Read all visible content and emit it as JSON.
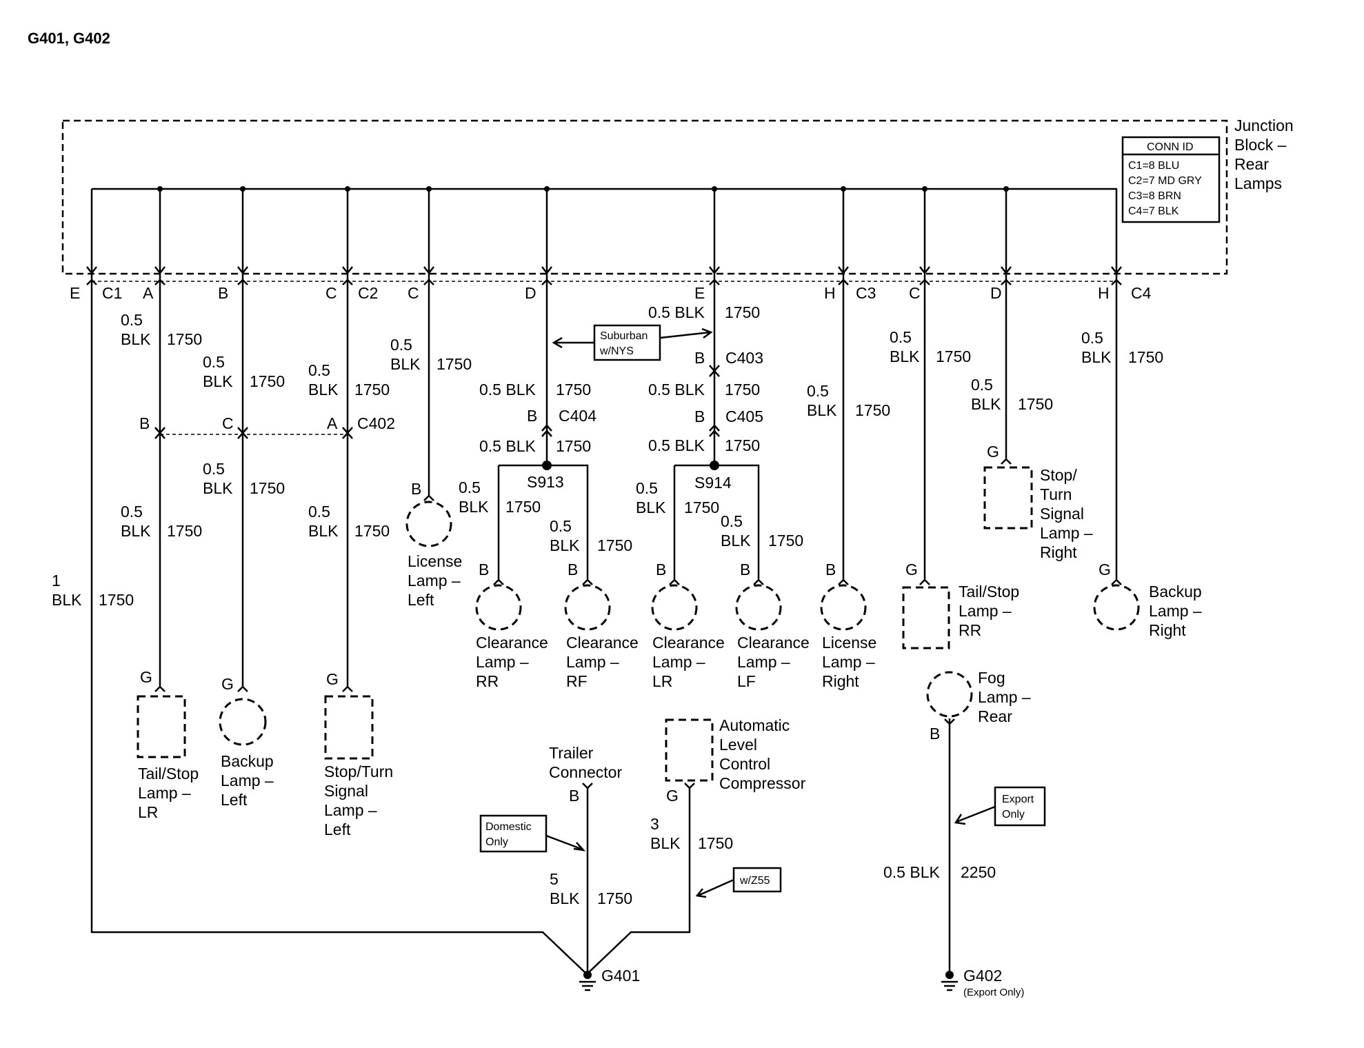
{
  "title": "G401, G402",
  "junction_block": {
    "name_lines": [
      "Junction",
      "Block –",
      "Rear",
      "Lamps"
    ],
    "conn_id_title": "CONN ID",
    "conn_ids": [
      "C1=8 BLU",
      "C2=7 MD GRY",
      "C3=8 BRN",
      "C4=7 BLK"
    ]
  },
  "connectors": {
    "c1": "C1",
    "c2": "C2",
    "c3": "C3",
    "c4": "C4",
    "c402": "C402",
    "c403": "C403",
    "c404": "C404",
    "c405": "C405"
  },
  "pins": {
    "e": "E",
    "a": "A",
    "b": "B",
    "c": "C",
    "d": "D",
    "h": "H",
    "g": "G"
  },
  "wire": {
    "gauge_05": "0.5",
    "color": "BLK",
    "circuit": "1750",
    "combo_05": "0.5 BLK",
    "circuit_export": "2250",
    "g401_1": "1",
    "g401_3": "3",
    "g401_5": "5"
  },
  "splices": {
    "s913": "S913",
    "s914": "S914"
  },
  "notes": {
    "suburban": [
      "Suburban",
      "w/NYS"
    ],
    "domestic": [
      "Domestic",
      "Only"
    ],
    "export": [
      "Export",
      "Only"
    ],
    "z55": "w/Z55"
  },
  "components": {
    "tail_stop_lr": [
      "Tail/Stop",
      "Lamp –",
      "LR"
    ],
    "backup_left": [
      "Backup",
      "Lamp –",
      "Left"
    ],
    "stop_turn_left": [
      "Stop/Turn",
      "Signal",
      "Lamp –",
      "Left"
    ],
    "license_left": [
      "License",
      "Lamp –",
      "Left"
    ],
    "clearance_rr": [
      "Clearance",
      "Lamp –",
      "RR"
    ],
    "clearance_rf": [
      "Clearance",
      "Lamp –",
      "RF"
    ],
    "clearance_lr": [
      "Clearance",
      "Lamp –",
      "LR"
    ],
    "clearance_lf": [
      "Clearance",
      "Lamp –",
      "LF"
    ],
    "license_right": [
      "License",
      "Lamp –",
      "Right"
    ],
    "tail_stop_rr": [
      "Tail/Stop",
      "Lamp –",
      "RR"
    ],
    "stop_turn_right": [
      "Stop/",
      "Turn",
      "Signal",
      "Lamp –",
      "Right"
    ],
    "backup_right": [
      "Backup",
      "Lamp –",
      "Right"
    ],
    "fog_rear": [
      "Fog",
      "Lamp –",
      "Rear"
    ],
    "trailer": [
      "Trailer",
      "Connector"
    ],
    "alc": [
      "Automatic",
      "Level",
      "Control",
      "Compressor"
    ]
  },
  "grounds": {
    "g401": "G401",
    "g402": "G402",
    "g402_note": "(Export Only)"
  }
}
